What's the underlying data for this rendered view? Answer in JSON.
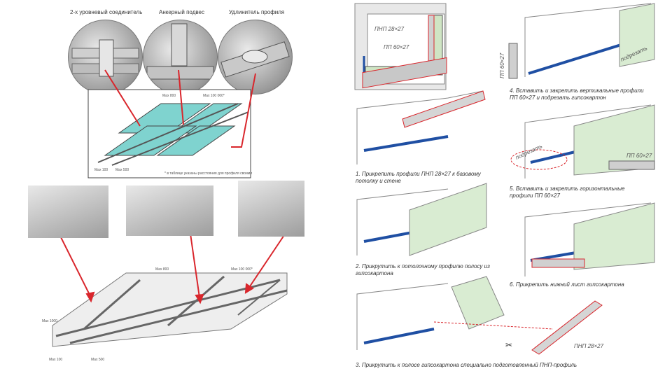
{
  "left": {
    "top_labels": [
      "2-х уровневый соединитель",
      "Анкерный подвес",
      "Удлинитель профиля"
    ],
    "plan_upper": {
      "dims": [
        "Max 800",
        "Max 100 000*",
        "Max 100",
        "Max 500"
      ],
      "footnote": "* в таблице указаны расстояния для профиля своими"
    },
    "plan_lower": {
      "dims": [
        "Max 800",
        "Max 100 000*",
        "Max 100",
        "Max 500",
        "Max 1000"
      ]
    }
  },
  "right": {
    "profile_labels": {
      "pnp_top": "ПНП 28×27",
      "pp_top": "ПП 60×27",
      "pp_vertical": "ПП 60×27",
      "pp_horizontal": "ПП 60×27",
      "pnp_bottom": "ПНП 28×27"
    },
    "cut_labels": [
      "подрезать",
      "подрезать"
    ],
    "steps": [
      "1. Прикрепить профили ПНП 28×27 к базовому потолку и стене",
      "2. Прикрутить к потолочному профилю полосу из гипсокартона",
      "3. Прикрутить к полосе гипсокартона специально подготовленный ПНП-профиль",
      "4. Вставить и закрепить вертикальные профили ПП 60×27 и подрезать гипсокартон",
      "5. Вставить и закрепить горизонтальные профили ПП 60×27",
      "6. Прикрепить нижний лист гипсокартона"
    ]
  },
  "colors": {
    "arrow": "#d9262c",
    "board": "#d9ecd2",
    "blue_strip": "#1f4fa3",
    "grid_cyan": "#7fd3cf"
  }
}
